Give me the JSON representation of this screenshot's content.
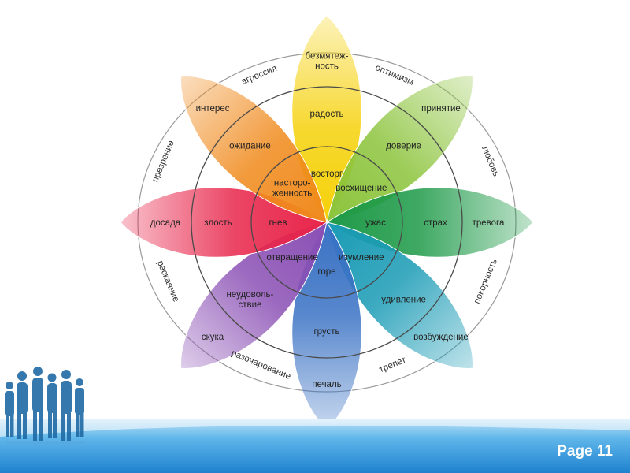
{
  "page": {
    "label": "Page 11"
  },
  "wheel": {
    "petals": [
      {
        "id": "yellow",
        "color": "#f5d10a",
        "inner": "восторг",
        "middle": "радость",
        "outer": "безмятеж-\nность"
      },
      {
        "id": "lime",
        "color": "#8cc43c",
        "inner": "восхищение",
        "middle": "доверие",
        "outer": "принятие"
      },
      {
        "id": "green",
        "color": "#1e9a48",
        "inner": "ужас",
        "middle": "страх",
        "outer": "тревога"
      },
      {
        "id": "teal",
        "color": "#1a9bb5",
        "inner": "изумление",
        "middle": "удивление",
        "outer": "возбуждение"
      },
      {
        "id": "blue",
        "color": "#3a72c4",
        "inner": "горе",
        "middle": "грусть",
        "outer": "печаль"
      },
      {
        "id": "purple",
        "color": "#8a4fb4",
        "inner": "отвращение",
        "middle": "неудоволь-\nствие",
        "outer": "скука"
      },
      {
        "id": "red",
        "color": "#e8254a",
        "inner": "гнев",
        "middle": "злость",
        "outer": "досада"
      },
      {
        "id": "orange",
        "color": "#f08a1c",
        "inner": "насторо-\nженность",
        "middle": "ожидание",
        "outer": "интерес"
      }
    ],
    "ring_labels": [
      {
        "text": "оптимизм"
      },
      {
        "text": "любовь"
      },
      {
        "text": "покорность"
      },
      {
        "text": "трепет"
      },
      {
        "text": "разочарование"
      },
      {
        "text": "раскаяние"
      },
      {
        "text": "презрение"
      },
      {
        "text": "агрессия"
      }
    ]
  }
}
